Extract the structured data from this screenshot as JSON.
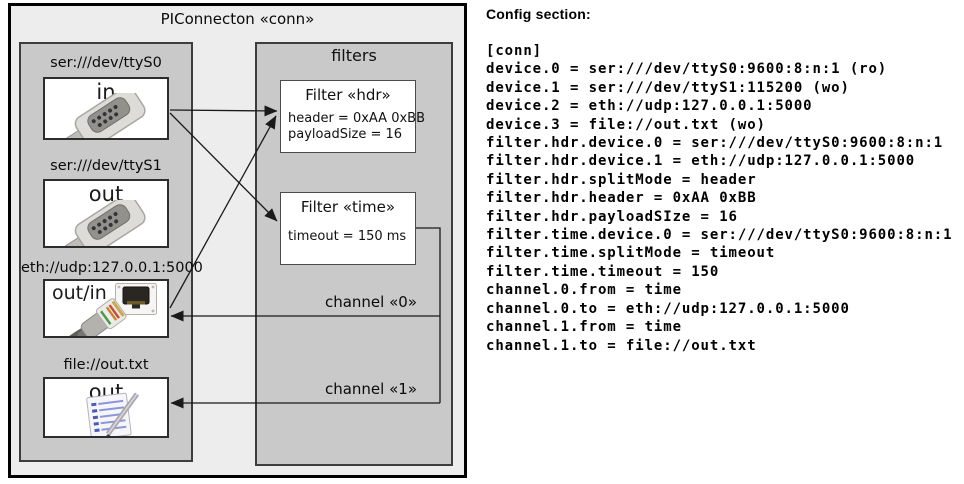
{
  "diagram": {
    "title": "PIConnecton «conn»",
    "devices_panel": {
      "devices": [
        {
          "label": "ser:///dev/ttyS0",
          "port": "in",
          "icon": "serial-db9-icon"
        },
        {
          "label": "ser:///dev/ttyS1",
          "port": "out",
          "icon": "serial-db9-icon"
        },
        {
          "label": "eth://udp:127.0.0.1:5000",
          "port": "out/in",
          "icon": "ethernet-jack-icon, ethernet-plug-icon"
        },
        {
          "label": "file://out.txt",
          "port": "out",
          "icon": "notepad-icon"
        }
      ]
    },
    "filters_panel": {
      "title": "filters",
      "filters": [
        {
          "title": "Filter «hdr»",
          "properties": [
            "header = 0xAA 0xBB",
            "payloadSize = 16"
          ]
        },
        {
          "title": "Filter «time»",
          "properties": [
            "timeout = 150 ms"
          ]
        }
      ],
      "channel_labels": [
        "channel «0»",
        "channel «1»"
      ]
    },
    "connections": [
      {
        "from": "ser:///dev/ttyS0 (in)",
        "to": "Filter «hdr»"
      },
      {
        "from": "ser:///dev/ttyS0 (in)",
        "to": "Filter «time»"
      },
      {
        "from": "eth://udp:127.0.0.1:5000 (out/in)",
        "to": "Filter «hdr»"
      },
      {
        "from": "Filter «time»",
        "to": "eth://udp:127.0.0.1:5000 (out/in)",
        "label": "channel «0»"
      },
      {
        "from": "Filter «time»",
        "to": "file://out.txt (out)",
        "label": "channel «1»"
      }
    ]
  },
  "config": {
    "heading": "Config section:",
    "lines": [
      "[conn]",
      "device.0 = ser:///dev/ttyS0:9600:8:n:1 (ro)",
      "device.1 = ser:///dev/ttyS1:115200 (wo)",
      "device.2 = eth://udp:127.0.0.1:5000",
      "device.3 = file://out.txt (wo)",
      "filter.hdr.device.0 = ser:///dev/ttyS0:9600:8:n:1",
      "filter.hdr.device.1 = eth://udp:127.0.0.1:5000",
      "filter.hdr.splitMode = header",
      "filter.hdr.header = 0xAA 0xBB",
      "filter.hdr.payloadSIze = 16",
      "filter.time.device.0 = ser:///dev/ttyS0:9600:8:n:1",
      "filter.time.splitMode = timeout",
      "filter.time.timeout = 150",
      "channel.0.from = time",
      "channel.0.to = eth://udp:127.0.0.1:5000",
      "channel.1.from = time",
      "channel.1.to = file://out.txt"
    ]
  },
  "colors": {
    "frame_bg": "#ededed",
    "panel_bg": "#c9c9c9",
    "box_bg": "#ffffff",
    "border_dark": "#2d2d2d",
    "wire": "#1a1a1a",
    "text": "#000000"
  }
}
